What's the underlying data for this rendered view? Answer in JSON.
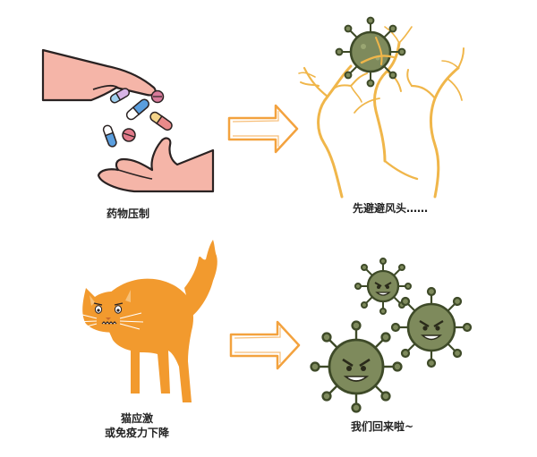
{
  "captions": {
    "drug_pressure": "药物压制",
    "lie_low": "先避避风头……",
    "cat_line1": "猫应激",
    "cat_line2": "或免疫力下降",
    "virus_return": "我们回来啦~"
  },
  "colors": {
    "hand_fill": "#f5b5a8",
    "hand_stroke": "#2a2222",
    "arrow_fill": "#ffffff",
    "arrow_stroke": "#f3a23e",
    "nerve": "#f0b64a",
    "virus_body": "#7e8a5c",
    "virus_outline": "#3e4a28",
    "cat": "#f29a2e"
  },
  "icons": [
    "hands-pills-icon",
    "arrow-right-icon",
    "nerve-virus-icon",
    "arched-cat-icon",
    "angry-viruses-icon"
  ]
}
